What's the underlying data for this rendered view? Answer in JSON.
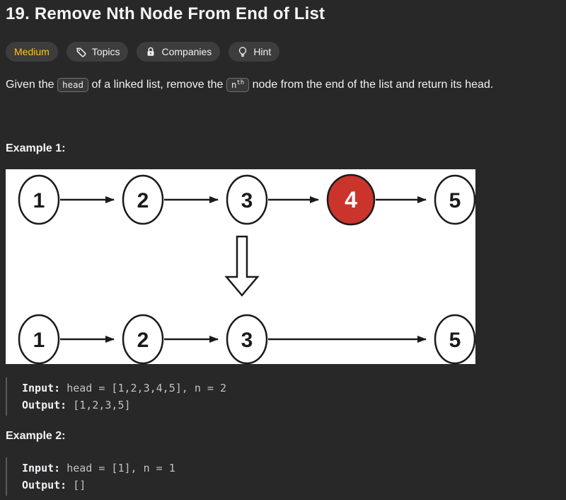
{
  "page": {
    "background": "#282828"
  },
  "header": {
    "title": "19. Remove Nth Node From End of List"
  },
  "badges": {
    "difficulty": {
      "label": "Medium",
      "color": "#ffc01e"
    },
    "items": [
      {
        "label": "Topics",
        "icon": "tag-icon"
      },
      {
        "label": "Companies",
        "icon": "lock-icon"
      },
      {
        "label": "Hint",
        "icon": "lightbulb-icon"
      }
    ]
  },
  "description": {
    "part1": "Given the ",
    "code1": "head",
    "part2": " of a linked list, remove the ",
    "code2_base": "n",
    "code2_sup": "th",
    "part3": " node from the end of the list and return its head."
  },
  "examples": [
    {
      "label": "Example 1:",
      "input_label": "Input:",
      "input_value": "head = [1,2,3,4,5], n = 2",
      "output_label": "Output:",
      "output_value": "[1,2,3,5]"
    },
    {
      "label": "Example 2:",
      "input_label": "Input:",
      "input_value": "head = [1], n = 1",
      "output_label": "Output:",
      "output_value": "[]"
    }
  ],
  "diagram": {
    "background": "#ffffff",
    "node_fill": "#ffffff",
    "node_stroke": "#1a1a1a",
    "text_color": "#1a1a1a",
    "highlight_fill": "#cb342b",
    "highlight_text": "#ffffff",
    "rows": [
      {
        "name": "before-removal",
        "nodes": [
          "1",
          "2",
          "3",
          "4",
          "5"
        ],
        "highlight_index": 3
      },
      {
        "name": "after-removal",
        "nodes": [
          "1",
          "2",
          "3",
          "5"
        ],
        "highlight_index": -1
      }
    ]
  }
}
